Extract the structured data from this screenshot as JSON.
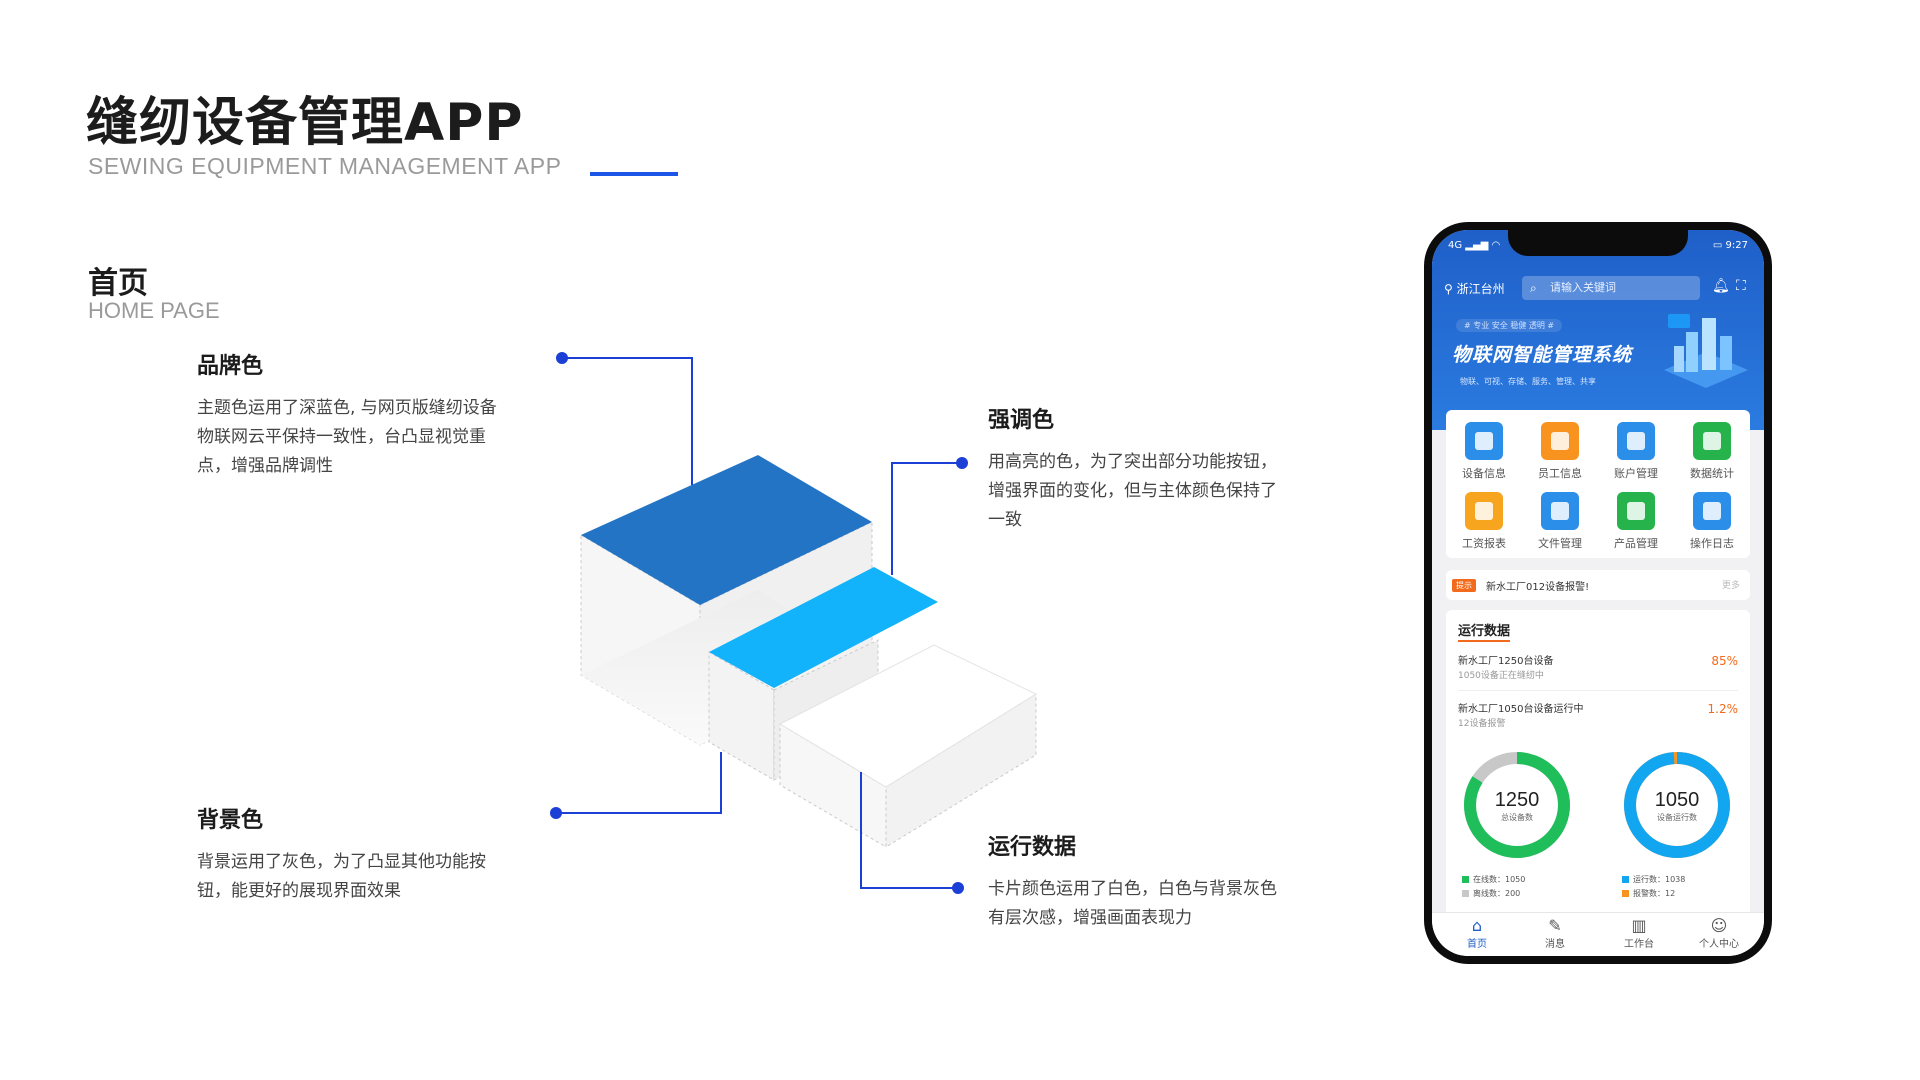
{
  "header": {
    "title": "缝纫设备管理APP",
    "subtitle": "SEWING EQUIPMENT MANAGEMENT APP"
  },
  "section": {
    "title": "首页",
    "subtitle": "HOME PAGE"
  },
  "annotations": {
    "brand": {
      "title": "品牌色",
      "lines": [
        "主题色运用了深蓝色, 与网页版缝纫设备",
        "物联网云平保持一致性，台凸显视觉重",
        "点，增强品牌调性"
      ]
    },
    "accent": {
      "title": "强调色",
      "lines": [
        "用高亮的色，为了突出部分功能按钮，",
        "增强界面的变化，但与主体颜色保持了",
        "一致"
      ]
    },
    "background": {
      "title": "背景色",
      "lines": [
        "背景运用了灰色，为了凸显其他功能按",
        "钮，能更好的展现界面效果"
      ]
    },
    "running": {
      "title": "运行数据",
      "lines": [
        "卡片颜色运用了白色，白色与背景灰色",
        "有层次感，增强画面表现力"
      ]
    }
  },
  "colors": {
    "brand": "#2374c4",
    "accent": "#13b3fb",
    "line": "#1c3fd6",
    "orange": "#f26a1b",
    "green": "#1fbe5a",
    "cyan": "#13a6f0"
  },
  "phone": {
    "status": {
      "signal": "4G",
      "time": "9:27"
    },
    "location": "浙江台州",
    "search_placeholder": "请输入关键词",
    "banner": {
      "tags": "# 专业 安全 稳健 透明 #",
      "title": "物联网智能管理系统",
      "sub": "物联、可视、存储、服务、管理、共享"
    },
    "grid": [
      {
        "label": "设备信息",
        "color": "#2b8ee8",
        "icon": "machine-icon"
      },
      {
        "label": "员工信息",
        "color": "#f7931e",
        "icon": "staff-icon"
      },
      {
        "label": "账户管理",
        "color": "#2b8ee8",
        "icon": "account-icon"
      },
      {
        "label": "数据统计",
        "color": "#27b34b",
        "icon": "stats-icon"
      },
      {
        "label": "工资报表",
        "color": "#f7a51e",
        "icon": "salary-icon"
      },
      {
        "label": "文件管理",
        "color": "#2b8ee8",
        "icon": "file-icon"
      },
      {
        "label": "产品管理",
        "color": "#27b34b",
        "icon": "product-icon"
      },
      {
        "label": "操作日志",
        "color": "#2b8ee8",
        "icon": "log-icon"
      }
    ],
    "notice": {
      "tag": "提示",
      "text": "新水工厂012设备报警!",
      "more": "更多"
    },
    "running": {
      "title": "运行数据",
      "rows": [
        {
          "title": "新水工厂1250台设备",
          "sub": "1050设备正在缝纫中",
          "value": "85%"
        },
        {
          "title": "新水工厂1050台设备运行中",
          "sub": "12设备报警",
          "value": "1.2%"
        }
      ],
      "donut1": {
        "value": "1250",
        "label": "总设备数",
        "online_fraction": 0.84
      },
      "donut2": {
        "value": "1050",
        "label": "设备运行数",
        "running_fraction": 0.988
      },
      "legend1": [
        {
          "label": "在线数：1050",
          "color": "#1fbe5a"
        },
        {
          "label": "离线数：200",
          "color": "#c8c8c8"
        }
      ],
      "legend2": [
        {
          "label": "运行数：1038",
          "color": "#13a6f0"
        },
        {
          "label": "报警数：12",
          "color": "#f7931e"
        }
      ]
    },
    "tabs": [
      {
        "label": "首页",
        "icon": "home-icon"
      },
      {
        "label": "消息",
        "icon": "message-icon"
      },
      {
        "label": "工作台",
        "icon": "workbench-icon"
      },
      {
        "label": "个人中心",
        "icon": "user-icon"
      }
    ]
  }
}
